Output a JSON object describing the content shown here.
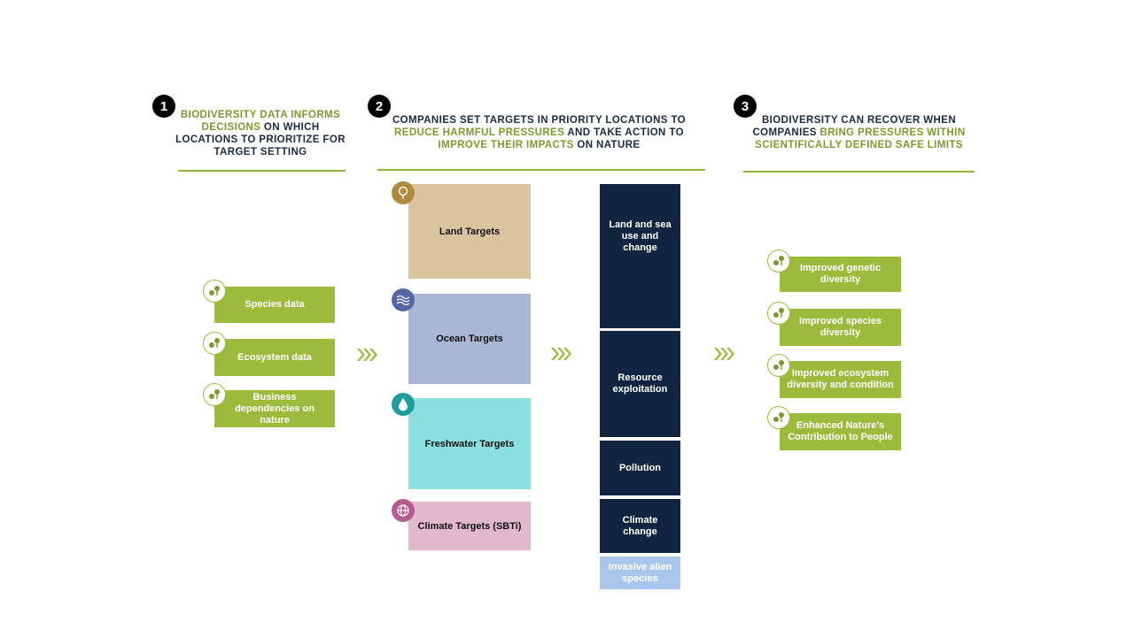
{
  "steps": [
    {
      "number": "1",
      "header_parts": [
        {
          "text": "BIODIVERSITY DATA INFORMS DECISIONS",
          "green": true
        },
        {
          "text": " ON WHICH LOCATIONS TO PRIORITIZE FOR TARGET SETTING",
          "green": false
        }
      ]
    },
    {
      "number": "2",
      "header_parts": [
        {
          "text": "COMPANIES SET TARGETS IN PRIORITY LOCATIONS TO ",
          "green": false
        },
        {
          "text": "REDUCE HARMFUL PRESSURES",
          "green": true
        },
        {
          "text": " AND TAKE ACTION TO ",
          "green": false
        },
        {
          "text": "IMPROVE THEIR IMPACTS",
          "green": true
        },
        {
          "text": " ON NATURE",
          "green": false
        }
      ]
    },
    {
      "number": "3",
      "header_parts": [
        {
          "text": "BIODIVERSITY CAN RECOVER WHEN COMPANIES ",
          "green": false
        },
        {
          "text": "BRING PRESSURES WITHIN SCIENTIFICALLY DEFINED SAFE LIMITS",
          "green": true
        }
      ]
    }
  ],
  "data_inputs": [
    "Species data",
    "Ecosystem data",
    "Business dependencies on nature"
  ],
  "targets": [
    "Land Targets",
    "Ocean Targets",
    "Freshwater Targets",
    "Climate Targets (SBTi)"
  ],
  "pressures": [
    "Land and sea use and change",
    "Resource exploitation",
    "Pollution",
    "Climate change",
    "Invasive alien species"
  ],
  "outcomes": [
    "Improved genetic diversity",
    "Improved species diversity",
    "Improved ecosystem diversity and condition",
    "Enhanced Nature's Contribution to People"
  ],
  "colors": {
    "green": "#9cbb3d",
    "dark_navy": "#112540",
    "land": "#d9c49f",
    "ocean": "#aab6d6",
    "freshwater": "#8ae0de",
    "climate": "#e2b8cc",
    "invasive": "#a9c6ec"
  }
}
